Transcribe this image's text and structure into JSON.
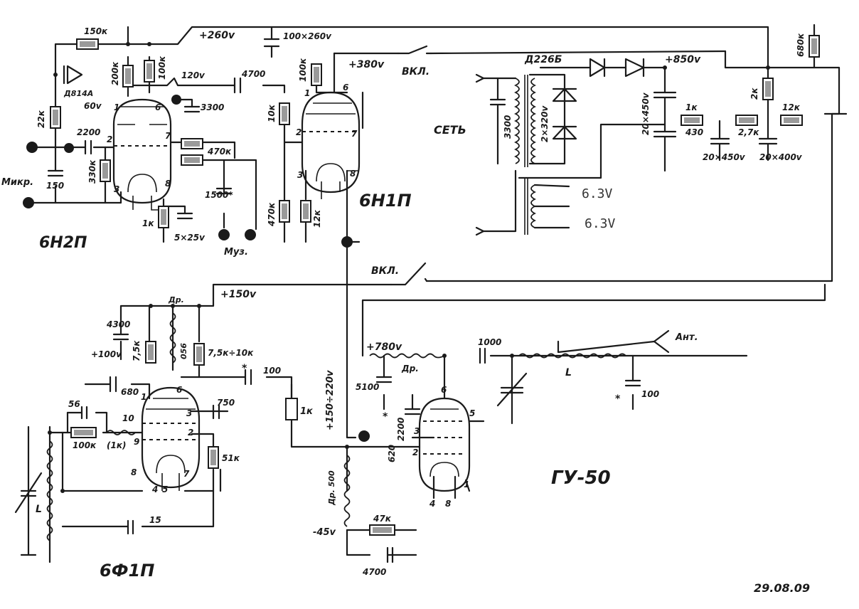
{
  "tubes": {
    "v1": "6Н2П",
    "v2": "6Н1П",
    "osc": "6Ф1П",
    "pa": "ГУ-50"
  },
  "supply": {
    "b260": "+260v",
    "b380": "+380v",
    "b850": "+850v",
    "b150": "+150v",
    "b780": "+780v",
    "range": "+150÷220v",
    "neg45": "-45v",
    "b120": "120v",
    "b60": "60v",
    "b100": "+100v"
  },
  "switch": {
    "on1": "ВКЛ.",
    "on2": "ВКЛ."
  },
  "labels": {
    "mains": "СЕТЬ",
    "mic": "Микр.",
    "music": "Муз.",
    "antenna": "Ант.",
    "diode_bridge": "Д226Б",
    "zener": "Д814А",
    "winding": "2×320v",
    "fil1": "6.3V",
    "fil2": "6.3V",
    "date": "29.08.09",
    "choke1": "Др.",
    "choke2": "Др.",
    "choke3": "Др. 500",
    "l_out": "L",
    "l_osc": "L",
    "choke_osc": "056"
  },
  "components": {
    "r150k": "150к",
    "r22k": "22к",
    "r200k": "200к",
    "r100k_a": "100к",
    "c100_260": "100×260v",
    "c4700_a": "4700",
    "c3300": "3300",
    "r470k": "470к",
    "c1500": "1500*",
    "r1k_a": "1к",
    "c5x25": "5×25v",
    "c2200": "2200",
    "r330k": "330к",
    "c150": "150",
    "r100k_b": "100к",
    "r10k": "10к",
    "r470k_b": "470к",
    "r12k_a": "12к",
    "r680k": "680к",
    "r2k": "2к",
    "r12k_b": "12к",
    "r1k_b": "1к",
    "r2_7k": "2,7к",
    "r430": "430",
    "c20x450_a": "20×450v",
    "c20x450_b": "20×450v",
    "c20x400": "20×400v",
    "c3300_mains": "3300",
    "c4300": "4300",
    "r7_5k": "7,5к",
    "r7_5_10k": "7,5к÷10к",
    "c680": "680",
    "c750": "750",
    "r51k": "51к",
    "c56": "56",
    "r100k_c": "100к",
    "l10": "10",
    "l1k": "(1к)",
    "c15": "15",
    "c100_star": "100",
    "r1k_c": "1к",
    "c5100": "5100",
    "c2200_b": "2200",
    "r620": "620",
    "c1000": "1000",
    "c100_out": "100",
    "r47k": "47к",
    "c4700_b": "4700",
    "star": "*"
  },
  "pins": {
    "v1": [
      "1",
      "6",
      "2",
      "7",
      "3",
      "8"
    ],
    "v2": [
      "1",
      "6",
      "2",
      "7",
      "3",
      "8"
    ],
    "osc": [
      "1",
      "6",
      "3",
      "2",
      "9",
      "8",
      "4",
      "5",
      "7"
    ],
    "pa": [
      "6",
      "5",
      "3",
      "2",
      "4",
      "8",
      "1"
    ]
  }
}
